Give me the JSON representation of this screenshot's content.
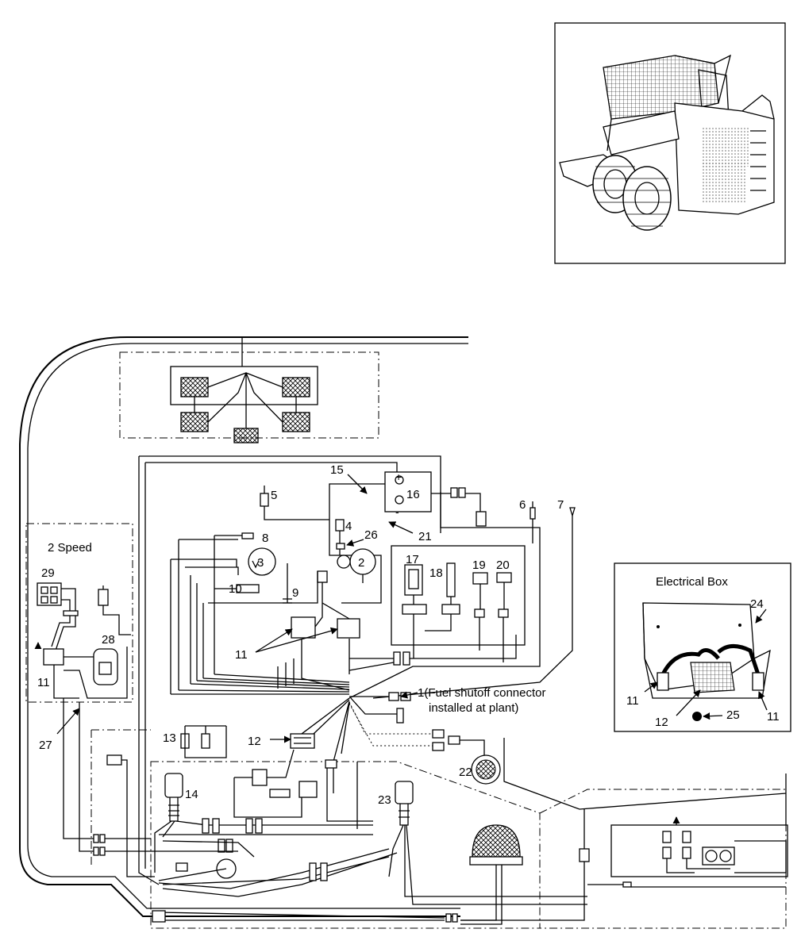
{
  "labels": {
    "two_speed": "2 Speed",
    "electrical_box": "Electrical Box"
  },
  "battery": {
    "plus": "+",
    "minus": "-"
  },
  "callouts": {
    "c1_line1": "1(Fuel shutoff connector",
    "c1_line2": "installed at plant)",
    "c2": "2",
    "c3": "3",
    "c4": "4",
    "c5": "5",
    "c6": "6",
    "c7": "7",
    "c8": "8",
    "c9": "9",
    "c10": "10",
    "c11": "11",
    "c12": "12",
    "c13": "13",
    "c14": "14",
    "c15": "15",
    "c16": "16",
    "c17": "17",
    "c18": "18",
    "c19": "19",
    "c20": "20",
    "c21": "21",
    "c22": "22",
    "c23": "23",
    "c24": "24",
    "c25": "25",
    "c26": "26",
    "c27": "27",
    "c28": "28",
    "c29": "29"
  }
}
